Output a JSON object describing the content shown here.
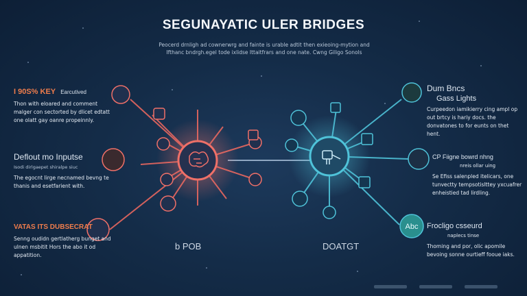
{
  "title": "SEGUNAYATIC ULER BRIDGES",
  "subtitle": "Peocerd drnligh ad cownerwrg and fainte is urable adtit then exieoing-mytion and Ifthanc bndrgh.egel tode ixlidse Ittaitfrars and one nate. Cwng Giligo Sonols",
  "left_blocks": [
    {
      "heading_highlight": "I 90S% KEY",
      "heading_small": "Earcutived",
      "body": "Thon with eloared and comment malger con sectorted by dlicet edtatt one olatt gay oanre propeinnly.",
      "accent": "#f07d4c"
    },
    {
      "heading": "Deflout mo Inputse",
      "heading_small": "Isodi dirlgaepet shiralpe siuc",
      "body": "The egocnt Iirge necnamed bevng te thanis and esetfarient with.",
      "accent": "#ffffff"
    },
    {
      "heading_highlight": "VATAS ITS DUBSECRAT",
      "body": "Senng oudidn gertlatherg bunget and ulnen msbitit Hors the abo it od appatition.",
      "accent": "#f07d4c"
    }
  ],
  "right_blocks": [
    {
      "heading": "Dum Bncs",
      "heading2": "Gass Lights",
      "body": "Curpeedon iamikierry cing ampl op out brtcy is hariy docs. the donvatones to for eunts on thet hent.",
      "accent": "#ffffff"
    },
    {
      "heading": "CP Fiigne bowrd nhng",
      "heading_small": "nreis ollar uing",
      "body": "Se Efiss salenpled itelicars, one tunvectty tempsotislttey yxcuafrer enheistied tad lirdling.",
      "accent": "#ffffff"
    },
    {
      "heading": "Frocligo csseurd",
      "heading_small": "naplecs tinse",
      "body": "Thoming and por, olic apomile bevoing sonne ourtieff fooue iaks.",
      "accent": "#ffffff"
    }
  ],
  "hubs": {
    "left_label": "b POB",
    "right_label": "DOATGT",
    "left_color": "#f07068",
    "right_color": "#4fc3d9"
  },
  "icons": {
    "left_hub": "circuit-brain-icon",
    "right_hub": "robot-hand-icon",
    "node_abc": "Abc"
  },
  "colors": {
    "background": "#142c48",
    "left_accent": "#f07068",
    "right_accent": "#4fc3d9",
    "heading_orange": "#f07d4c"
  }
}
